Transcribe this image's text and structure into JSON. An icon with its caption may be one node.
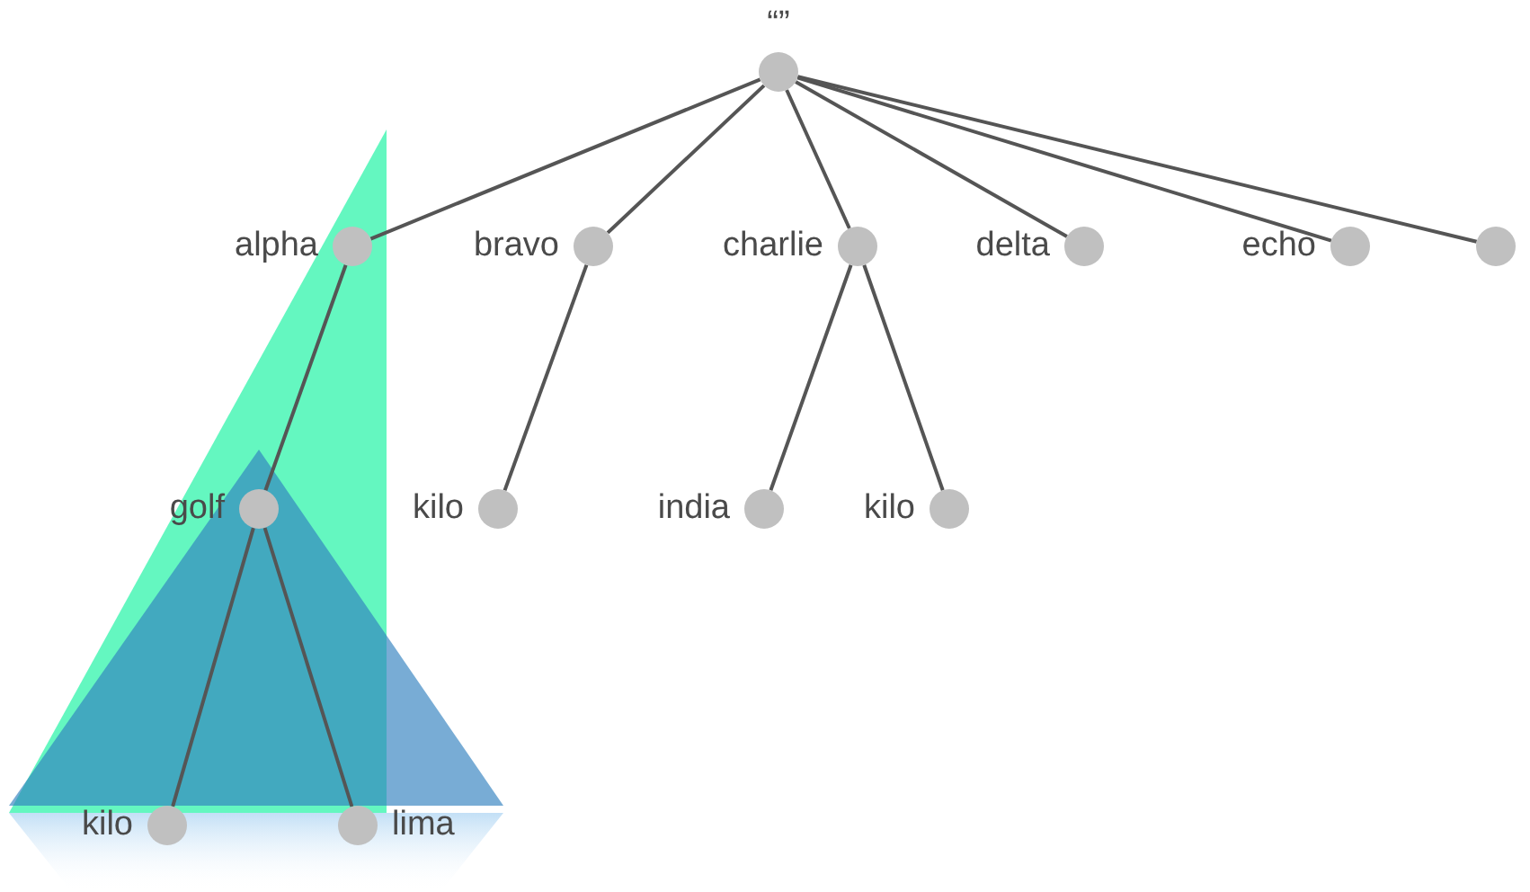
{
  "diagram": {
    "nodes": [
      {
        "text": [],
        "shape": "circle",
        "beside": [
          "“”"
        ]
      },
      {
        "text": [],
        "shape": "circle",
        "beside": [
          "alpha"
        ]
      },
      {
        "text": [],
        "shape": "circle",
        "beside": [
          "bravo"
        ]
      },
      {
        "text": [],
        "shape": "circle",
        "beside": [
          "charlie"
        ]
      },
      {
        "text": [],
        "shape": "circle",
        "beside": [
          "delta"
        ]
      },
      {
        "text": [],
        "shape": "circle",
        "beside": [
          "echo"
        ]
      },
      {
        "text": [],
        "shape": "circle"
      },
      {
        "text": [],
        "shape": "circle",
        "beside": [
          "golf"
        ]
      },
      {
        "text": [],
        "shape": "circle",
        "beside": [
          "kilo"
        ]
      },
      {
        "text": [],
        "shape": "circle",
        "beside": [
          "india"
        ]
      },
      {
        "text": [],
        "shape": "circle",
        "beside": [
          "kilo"
        ]
      },
      {
        "text": [],
        "shape": "circle",
        "beside": [
          "kilo"
        ]
      },
      {
        "text": [],
        "shape": "circle",
        "beside": [
          "lima"
        ]
      }
    ],
    "edges": [
      {
        "from": 0,
        "to": 1,
        "arrow": "none"
      },
      {
        "from": 0,
        "to": 2,
        "arrow": "none"
      },
      {
        "from": 0,
        "to": 3,
        "arrow": "none"
      },
      {
        "from": 0,
        "to": 4,
        "arrow": "none"
      },
      {
        "from": 0,
        "to": 5,
        "arrow": "none"
      },
      {
        "from": 0,
        "to": 6,
        "arrow": "none"
      },
      {
        "from": 1,
        "to": 7,
        "arrow": "none"
      },
      {
        "from": 2,
        "to": 8,
        "arrow": "none"
      },
      {
        "from": 3,
        "to": 9,
        "arrow": "none"
      },
      {
        "from": 3,
        "to": 10,
        "arrow": "none"
      },
      {
        "from": 7,
        "to": 11,
        "arrow": "none"
      },
      {
        "from": 7,
        "to": 12,
        "arrow": "none"
      }
    ]
  }
}
